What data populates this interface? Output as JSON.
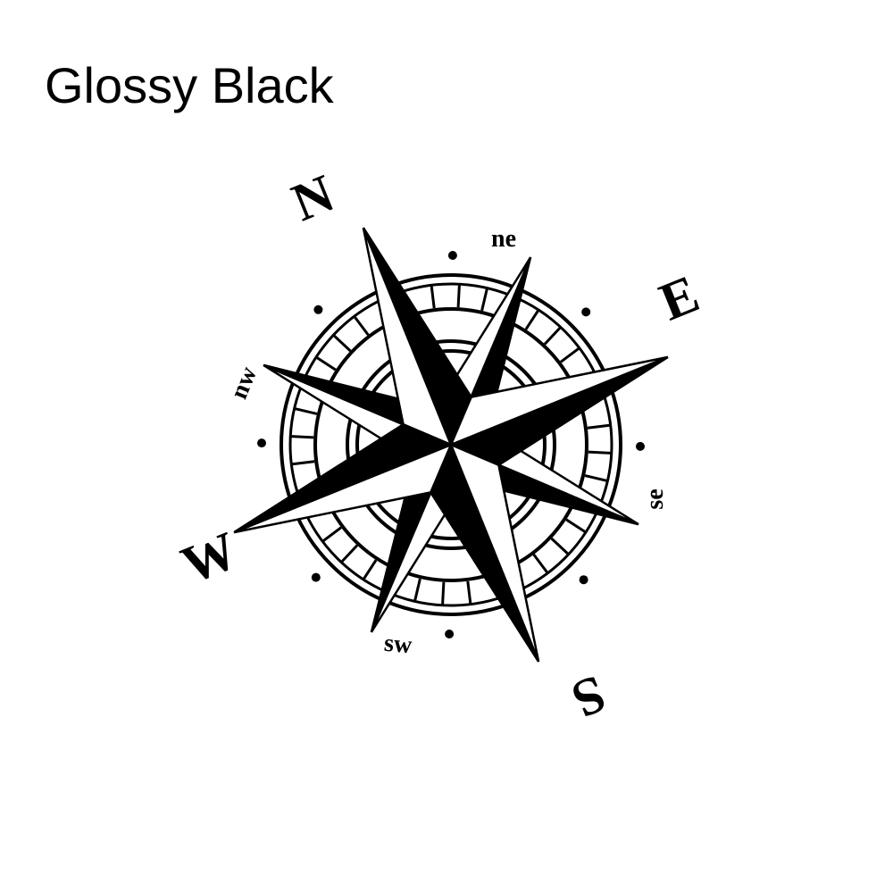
{
  "title": "Glossy Black",
  "compass": {
    "cardinals": {
      "n": "N",
      "e": "E",
      "s": "S",
      "w": "W"
    },
    "intercardinals": {
      "ne": "ne",
      "se": "se",
      "sw": "sw",
      "nw": "nw"
    },
    "color": "#000000",
    "background": "#ffffff"
  }
}
